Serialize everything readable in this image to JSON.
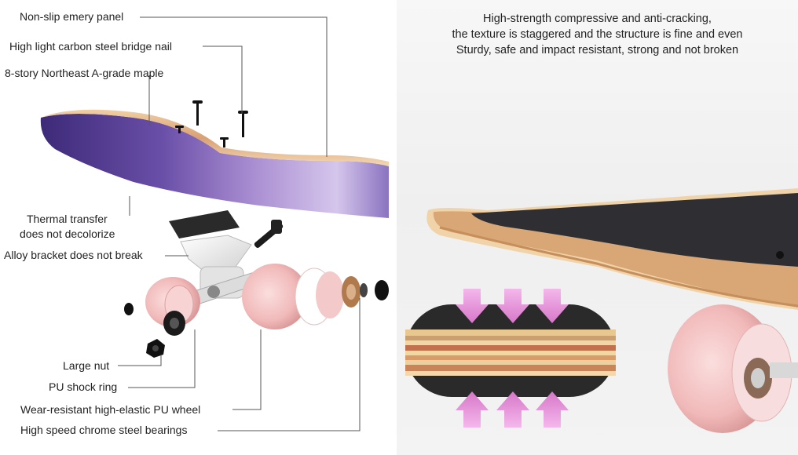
{
  "labels": {
    "emery_panel": "Non-slip emery panel",
    "bridge_nail": "High light carbon steel bridge nail",
    "maple": "8-story Northeast A-grade maple",
    "thermal_line1": "Thermal transfer",
    "thermal_line2": "does not decolorize",
    "bracket": "Alloy bracket does not break",
    "nut": "Large nut",
    "shock_ring": "PU shock ring",
    "wheel": "Wear-resistant high-elastic PU wheel",
    "bearings": "High speed chrome steel bearings"
  },
  "caption": {
    "line1": "High-strength compressive and anti-cracking,",
    "line2": "the texture is staggered and the structure is fine and even",
    "line3": "Sturdy, safe and impact resistant, strong and not broken"
  },
  "colors": {
    "deck_purple": "#5a3f9a",
    "maple_edge": "#e2b98a",
    "wheel_pink": "#f4c2c2",
    "arrow_pink": "#e58fd6",
    "grip_black": "#2f2f33"
  }
}
